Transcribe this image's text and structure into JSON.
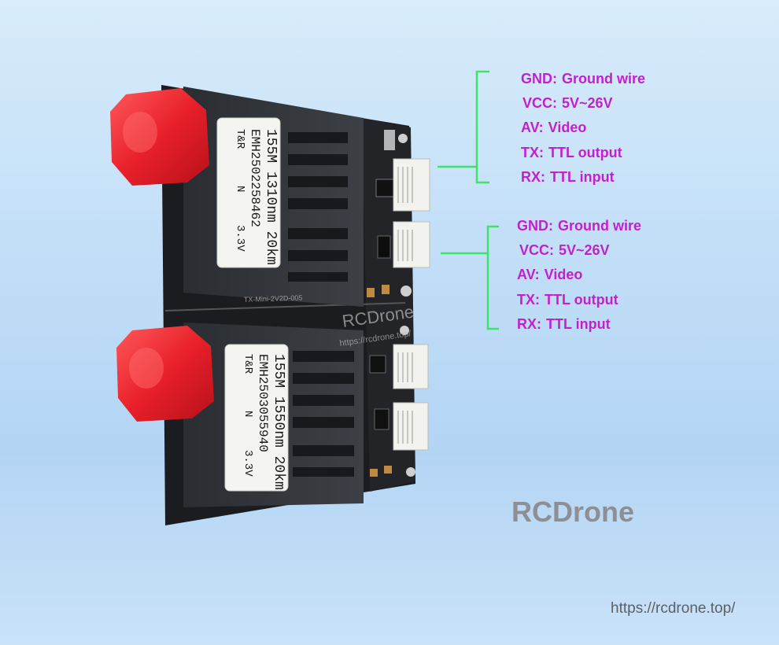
{
  "group1": [
    {
      "key": "GND:",
      "value": "Ground wire"
    },
    {
      "key": "VCC:",
      "value": "5V~26V"
    },
    {
      "key": "AV:",
      "value": "Video"
    },
    {
      "key": "TX:",
      "value": "TTL output"
    },
    {
      "key": "RX:",
      "value": "TTL input"
    }
  ],
  "group2": [
    {
      "key": "GND:",
      "value": "Ground wire"
    },
    {
      "key": "VCC:",
      "value": "5V~26V"
    },
    {
      "key": "AV:",
      "value": "Video"
    },
    {
      "key": "TX:",
      "value": "TTL output"
    },
    {
      "key": "RX:",
      "value": "TTL input"
    }
  ],
  "module_top": {
    "line1": "155M 1310nm 20km",
    "line2": "EMH2502258462",
    "line3": "T&R",
    "line4": "N",
    "line5": "3.3V"
  },
  "module_bottom": {
    "line1": "155M 1550nm 20km",
    "line2": "EMH2503055940",
    "line3": "T&R",
    "line4": "N",
    "line5": "3.3V"
  },
  "board_silk": {
    "text1": "TX-Mini-2V2D-005",
    "text2": "RCDrone",
    "text3": "https://rcdrone.top/"
  },
  "watermark": "RCDrone",
  "url": "https://rcdrone.top/",
  "colors": {
    "label": "#c31fd0",
    "brace": "#3ee36a"
  }
}
